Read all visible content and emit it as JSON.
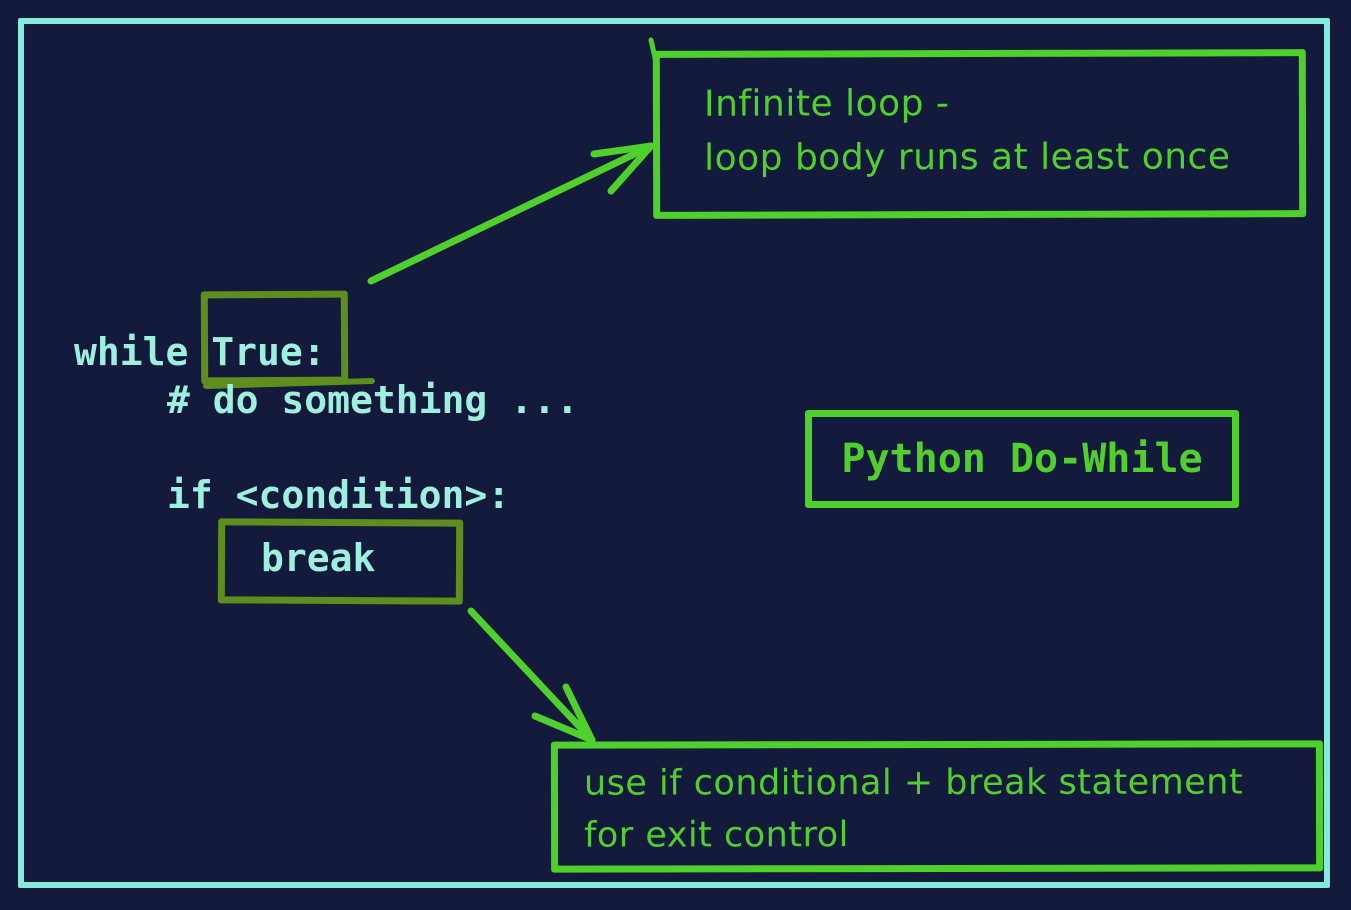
{
  "colors": {
    "background": "#131A3B",
    "frame": "#85EADC",
    "annotation_green": "#4FD02C",
    "highlight_olive": "#5E8E1E",
    "code_text": "#9DF0DD"
  },
  "title": {
    "label": "Python Do-While"
  },
  "code": {
    "while_line": "while True:",
    "comment_line": "# do something ...",
    "if_line": "if <condition>:",
    "break_line": "break"
  },
  "notes": {
    "infinite": {
      "line1": "Infinite loop -",
      "line2": "loop body runs at least once"
    },
    "exit": {
      "line1": "use if conditional + break statement",
      "line2": "for exit control"
    }
  }
}
